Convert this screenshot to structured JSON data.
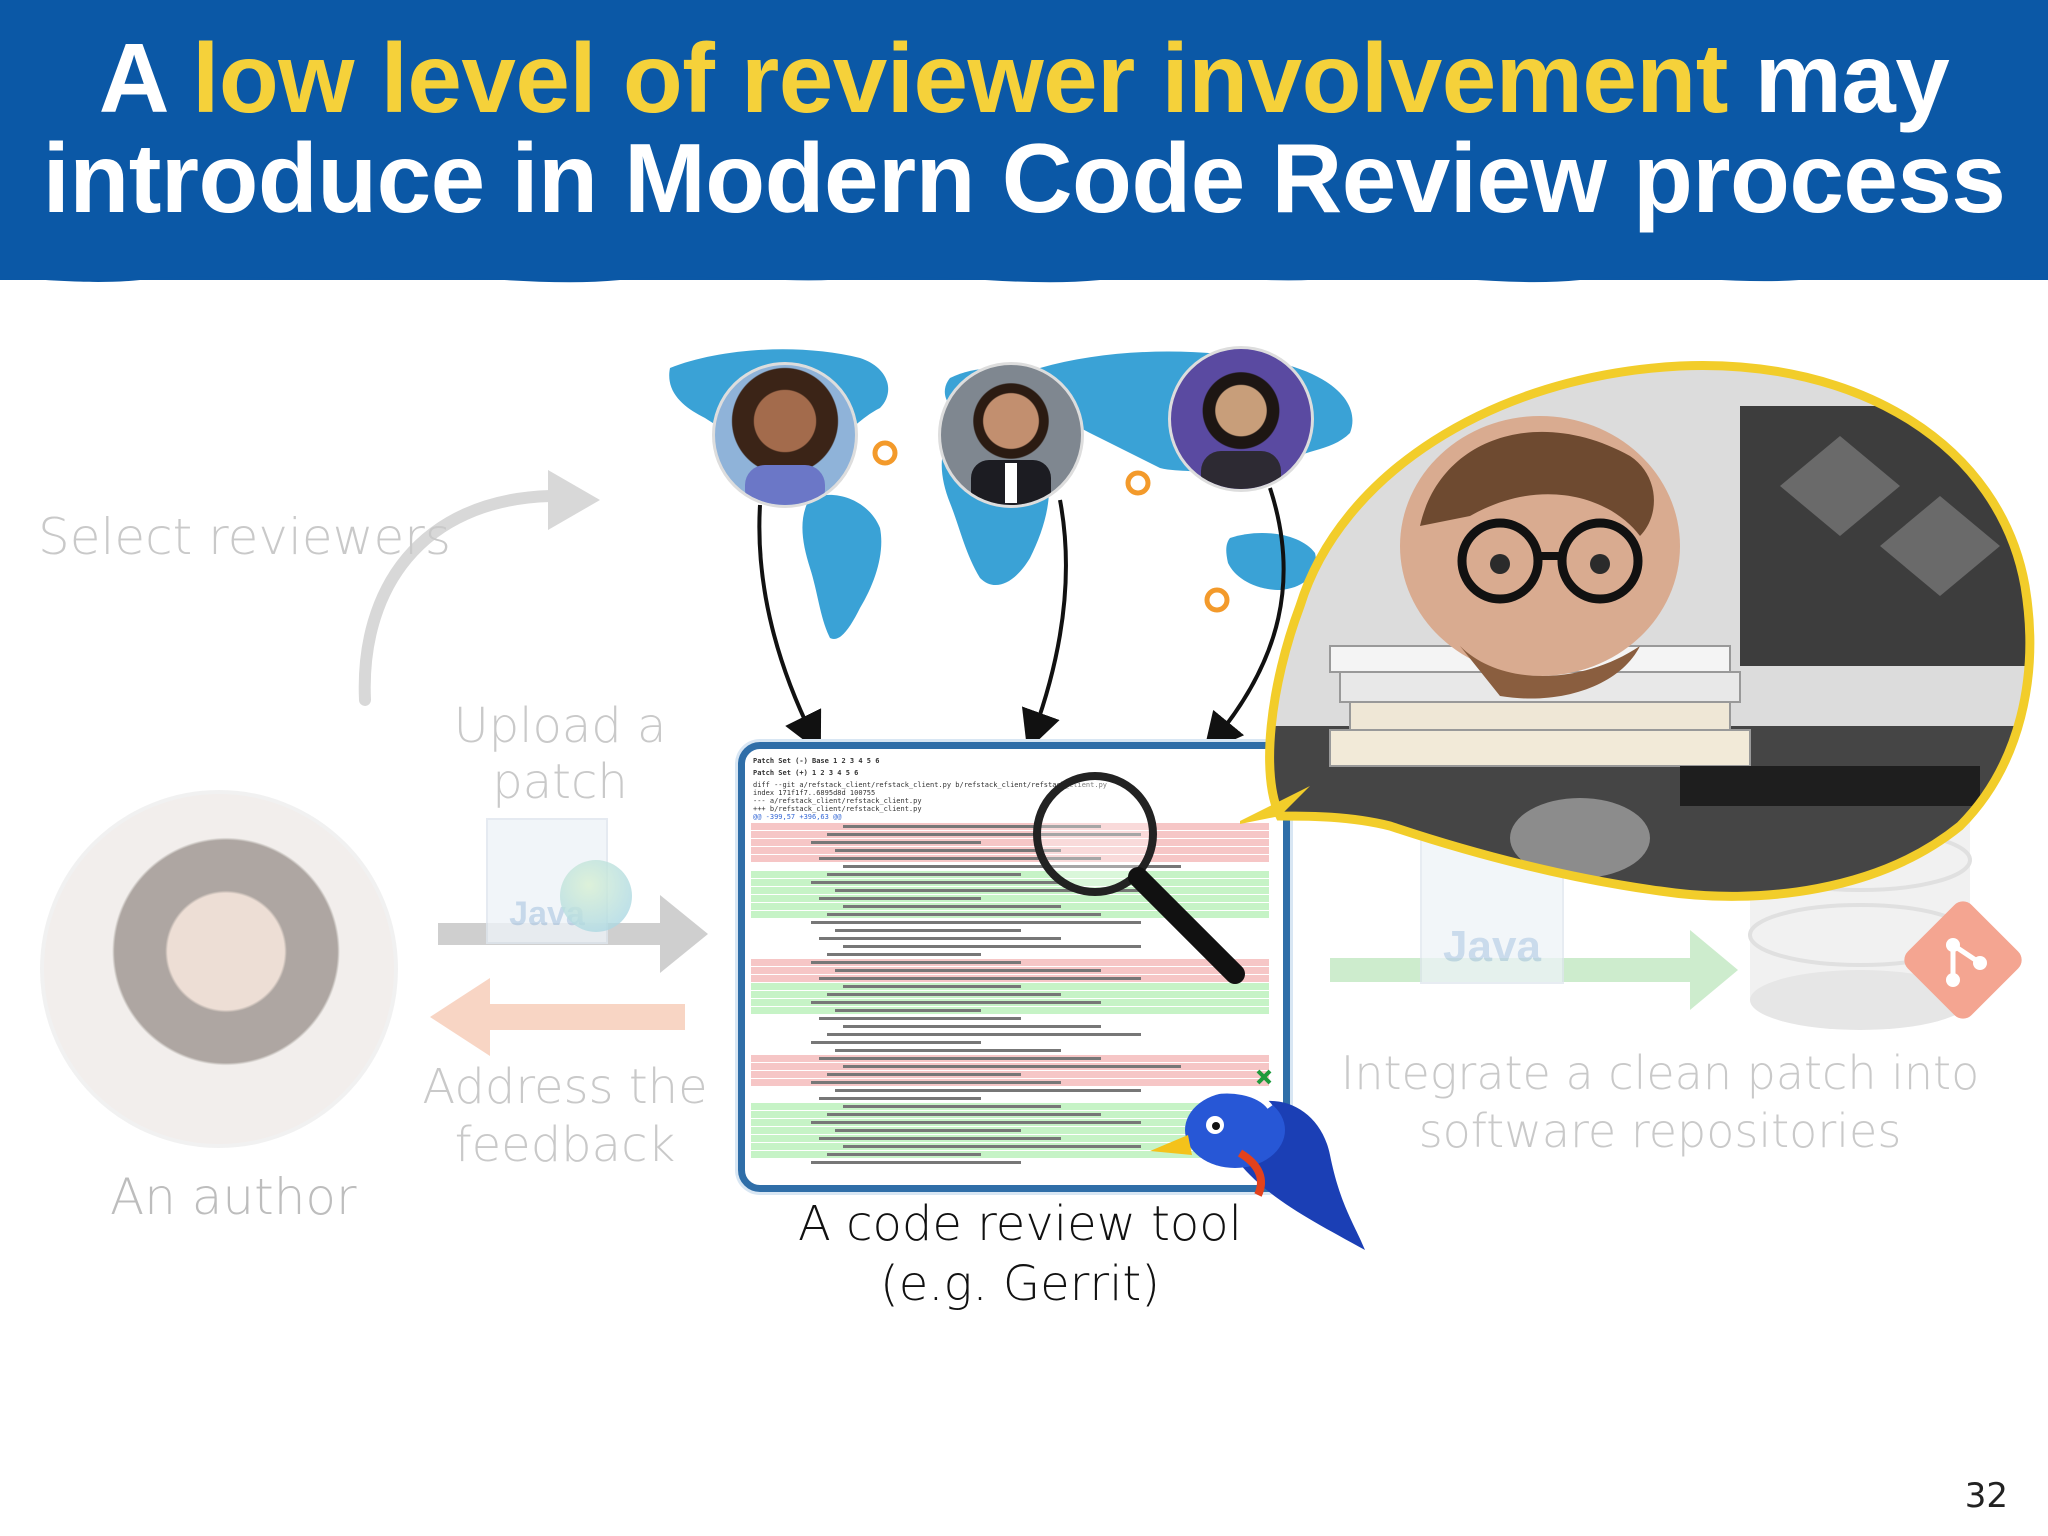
{
  "slide": {
    "title_part1": "A ",
    "title_highlight": "low level of reviewer involvement",
    "title_part2": " may",
    "title_line2": "introduce in Modern Code Review process",
    "page_number": "32"
  },
  "workflow": {
    "select_reviewers": "Select reviewers",
    "upload_line1": "Upload a",
    "upload_line2": "patch",
    "address_line1": "Address the",
    "address_line2": "feedback",
    "author_label": "An author",
    "tool_line1": "A code review tool",
    "tool_line2": "(e.g. Gerrit)",
    "integrate_line1": "Integrate a clean patch into",
    "integrate_line2": "software repositories",
    "java_label": "Java"
  },
  "code_review": {
    "patchset_base": "Patch Set  (-)  Base  1 2 3 4 5 6",
    "patchset_current": "Patch Set  (+)        1 2 3 4 5 6",
    "diff_header1": "diff --git a/refstack_client/refstack_client.py b/refstack_client/refstack_client.py",
    "diff_header2": "index 171f1f7..6895d8d 100755",
    "diff_header3": "--- a/refstack_client/refstack_client.py",
    "diff_header4": "+++ b/refstack_client/refstack_client.py",
    "hunk": "@@ -399,57 +396,63 @@"
  },
  "colors": {
    "title_band": "#0b58a6",
    "title_highlight": "#f5d13a",
    "bubble_border": "#f2cd2a",
    "tool_border": "#2f6ea8",
    "diff_removed": "#f6c6c6",
    "diff_added": "#c6f3c6"
  }
}
